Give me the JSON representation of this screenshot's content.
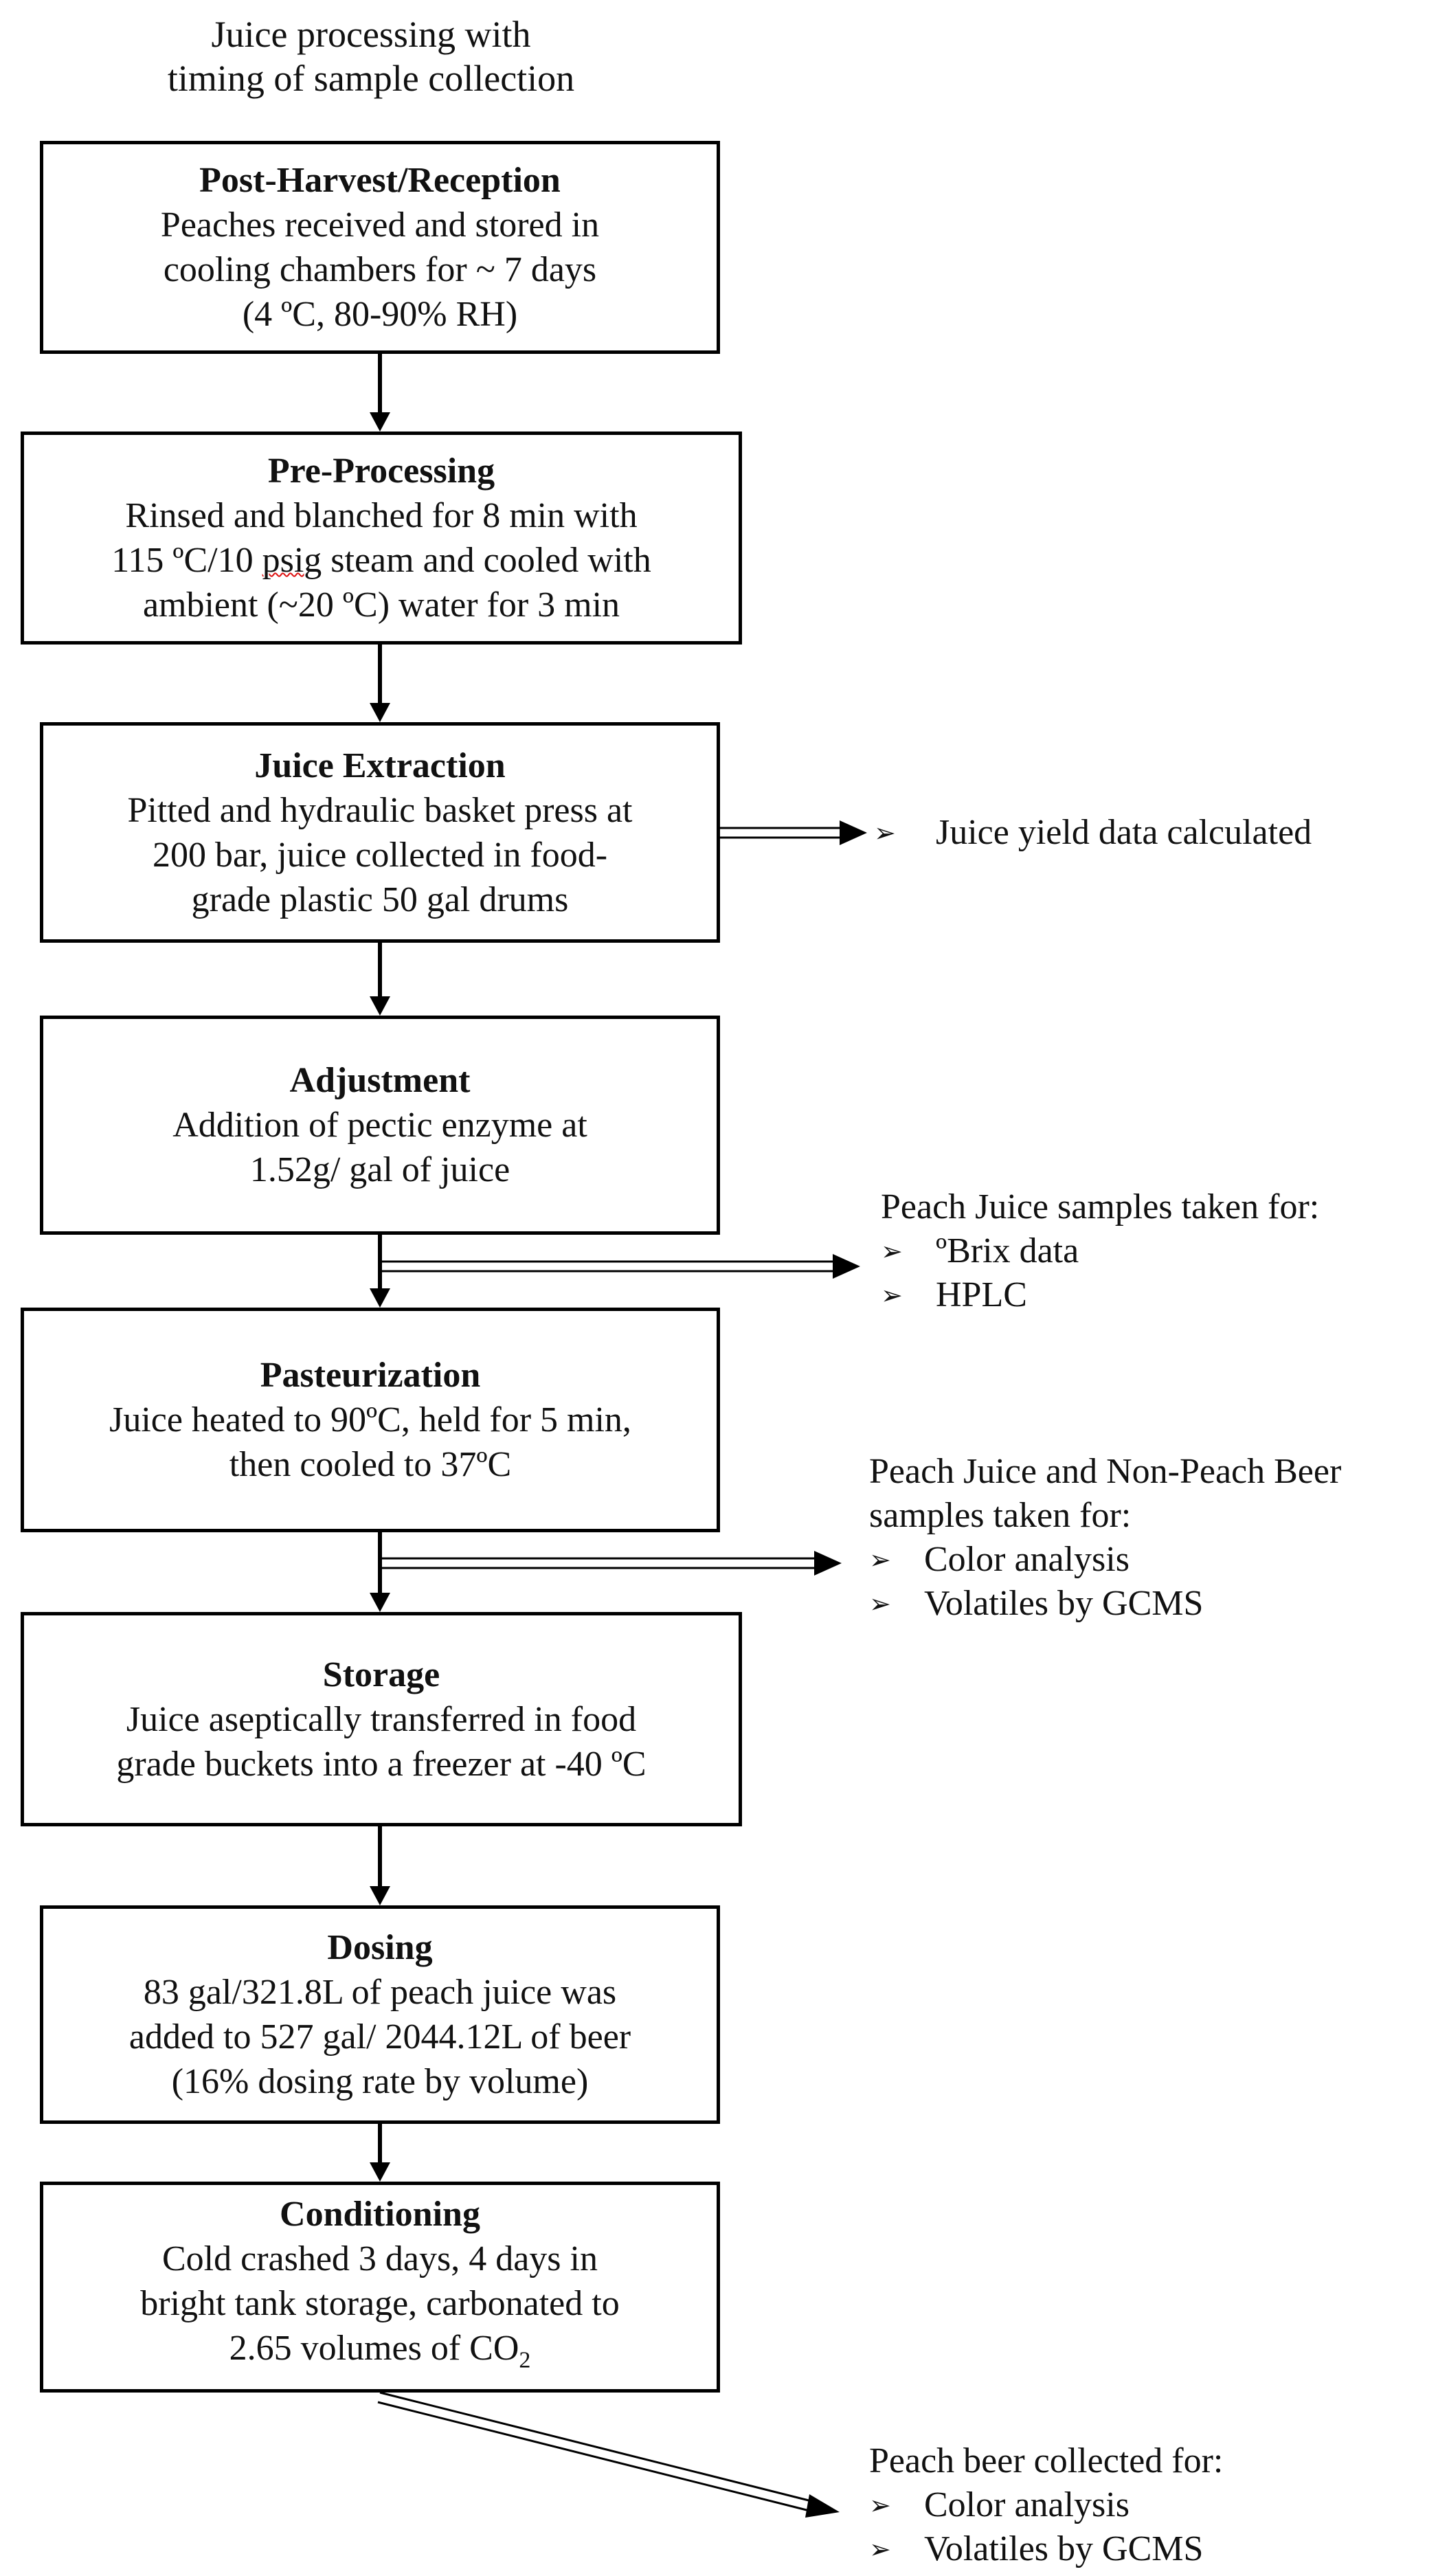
{
  "title": [
    "Juice processing with",
    "timing of sample collection"
  ],
  "steps": [
    {
      "heading": "Post-Harvest/Reception",
      "lines": [
        "Peaches received and stored in",
        "cooling chambers for ~ 7 days",
        "(4 ºC, 80-90% RH)"
      ]
    },
    {
      "heading": "Pre-Processing",
      "lines": [
        "Rinsed and blanched for 8 min with",
        "115 ºC/10 psig steam and cooled with",
        "ambient (~20 ºC) water for 3 min"
      ]
    },
    {
      "heading": "Juice Extraction",
      "lines": [
        "Pitted and hydraulic basket press at",
        "200 bar, juice collected in food-",
        "grade plastic 50 gal drums"
      ]
    },
    {
      "heading": "Adjustment",
      "lines": [
        "Addition of pectic enzyme at",
        "1.52g/ gal of juice"
      ]
    },
    {
      "heading": "Pasteurization",
      "lines": [
        "Juice heated to 90ºC, held for 5 min,",
        "then cooled to 37ºC"
      ]
    },
    {
      "heading": "Storage",
      "lines": [
        "Juice aseptically transferred in food",
        "grade buckets into a freezer at -40 ºC"
      ]
    },
    {
      "heading": "Dosing",
      "lines": [
        "83 gal/321.8L of peach juice was",
        "added to 527 gal/ 2044.12L of beer",
        "(16% dosing rate by volume)"
      ]
    },
    {
      "heading": "Conditioning",
      "lines": [
        "Cold crashed 3 days, 4 days in",
        "bright tank storage, carbonated to",
        "2.65 volumes of CO",
        "2"
      ]
    }
  ],
  "notes": {
    "yield": {
      "items": [
        "Juice yield data calculated"
      ]
    },
    "brix": {
      "header": "Peach Juice samples taken for:",
      "items": [
        "ºBrix data",
        "HPLC"
      ]
    },
    "color": {
      "header": [
        "Peach Juice and Non-Peach Beer",
        "samples taken for:"
      ],
      "items": [
        "Color analysis",
        "Volatiles by GCMS"
      ]
    },
    "beer": {
      "header": "Peach beer collected for:",
      "items": [
        "Color analysis",
        "Volatiles by GCMS"
      ]
    }
  },
  "bullet_glyph": "➢"
}
